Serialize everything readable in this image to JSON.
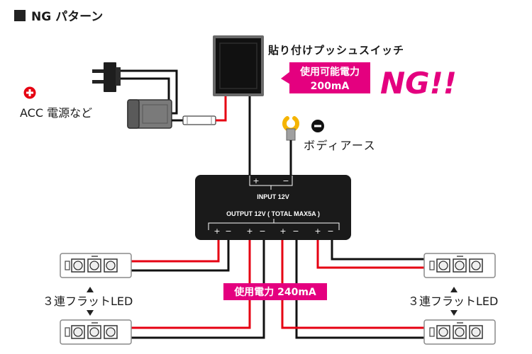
{
  "title": "NG パターン",
  "switch": {
    "label": "貼り付けプッシュスイッチ"
  },
  "capacity_box": {
    "line1": "使用可能電力",
    "line2": "200mA"
  },
  "ng_mark": "NG!!",
  "acc": {
    "label": "ACC 電源など",
    "icon": "plus-circle-icon"
  },
  "body_earth": {
    "label": "ボディアース",
    "icon": "minus-circle-icon"
  },
  "controller": {
    "input_plus": "+",
    "input_minus": "−",
    "input_label": "INPUT 12V",
    "output_label": "OUTPUT 12V ( TOTAL MAX5A )",
    "output_terminals": [
      {
        "plus": "+",
        "minus": "−"
      },
      {
        "plus": "+",
        "minus": "−"
      },
      {
        "plus": "+",
        "minus": "−"
      },
      {
        "plus": "+",
        "minus": "−"
      }
    ]
  },
  "led_label_left": "３連フラットLED",
  "led_label_right": "３連フラットLED",
  "usage_box": "使用電力 240mA",
  "colors": {
    "accent": "#e4007f",
    "wire_red": "#e60012",
    "wire_black": "#111111",
    "terminal": "#f5b400"
  }
}
